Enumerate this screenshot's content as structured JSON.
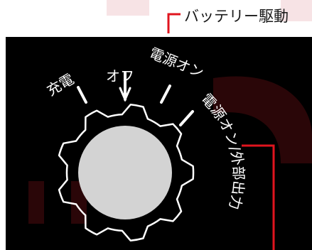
{
  "labels": {
    "charge": "充電",
    "off": "オフ",
    "power_on": "電源オン",
    "power_on_ext": "電源オン/外部出力",
    "battery": "バッテリー駆動"
  },
  "colors": {
    "panel": "#000000",
    "accent": "#e0141e",
    "knob": "#d3d3d3",
    "text_light": "#ffffff",
    "watermark": "#f7e3e5"
  }
}
